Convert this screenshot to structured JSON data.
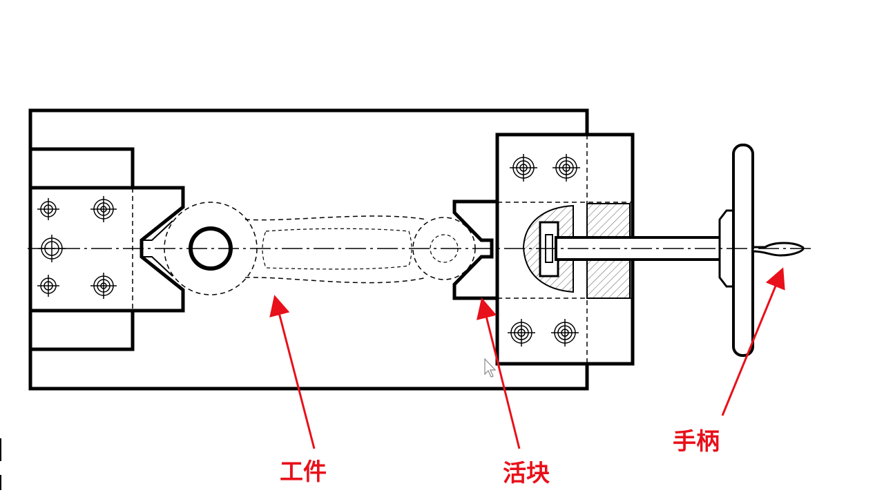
{
  "colors": {
    "background": "#ffffff",
    "line": "#000000",
    "hidden_line": "#000000",
    "callout": "#e8101a"
  },
  "labels": {
    "workpiece": "工件",
    "sliding_block": "活块",
    "handle": "手柄"
  },
  "icons": {
    "cursor": "mouse-pointer-icon",
    "bolt": "screw-hole-icon"
  }
}
